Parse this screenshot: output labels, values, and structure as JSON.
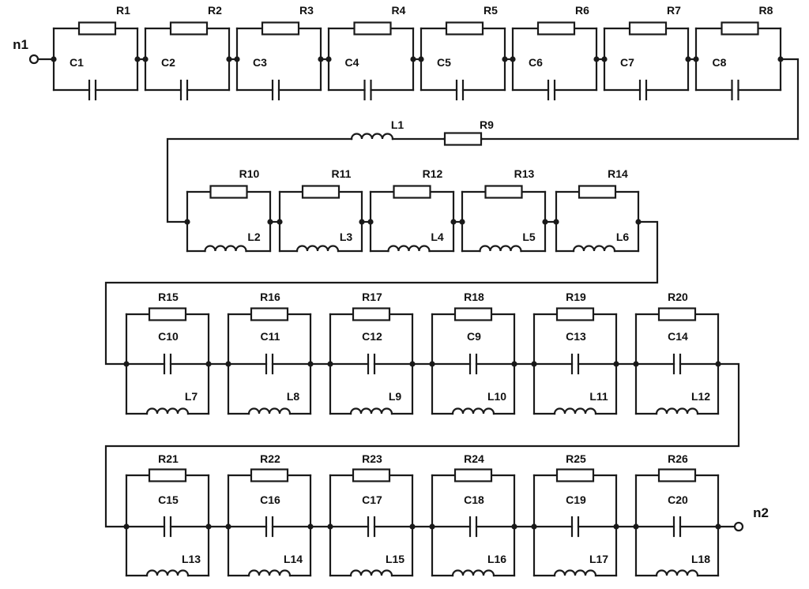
{
  "diagram": {
    "terminals": {
      "in": "n1",
      "out": "n2"
    },
    "row1": [
      {
        "r": "R1",
        "c": "C1"
      },
      {
        "r": "R2",
        "c": "C2"
      },
      {
        "r": "R3",
        "c": "C3"
      },
      {
        "r": "R4",
        "c": "C4"
      },
      {
        "r": "R5",
        "c": "C5"
      },
      {
        "r": "R6",
        "c": "C6"
      },
      {
        "r": "R7",
        "c": "C7"
      },
      {
        "r": "R8",
        "c": "C8"
      }
    ],
    "link": {
      "l": "L1",
      "r": "R9"
    },
    "row2": [
      {
        "r": "R10",
        "l": "L2"
      },
      {
        "r": "R11",
        "l": "L3"
      },
      {
        "r": "R12",
        "l": "L4"
      },
      {
        "r": "R13",
        "l": "L5"
      },
      {
        "r": "R14",
        "l": "L6"
      }
    ],
    "row3": [
      {
        "r": "R15",
        "c": "C10",
        "l": "L7"
      },
      {
        "r": "R16",
        "c": "C11",
        "l": "L8"
      },
      {
        "r": "R17",
        "c": "C12",
        "l": "L9"
      },
      {
        "r": "R18",
        "c": "C9",
        "l": "L10"
      },
      {
        "r": "R19",
        "c": "C13",
        "l": "L11"
      },
      {
        "r": "R20",
        "c": "C14",
        "l": "L12"
      }
    ],
    "row4": [
      {
        "r": "R21",
        "c": "C15",
        "l": "L13"
      },
      {
        "r": "R22",
        "c": "C16",
        "l": "L14"
      },
      {
        "r": "R23",
        "c": "C17",
        "l": "L15"
      },
      {
        "r": "R24",
        "c": "C18",
        "l": "L16"
      },
      {
        "r": "R25",
        "c": "C19",
        "l": "L17"
      },
      {
        "r": "R26",
        "c": "C20",
        "l": "L18"
      }
    ]
  }
}
